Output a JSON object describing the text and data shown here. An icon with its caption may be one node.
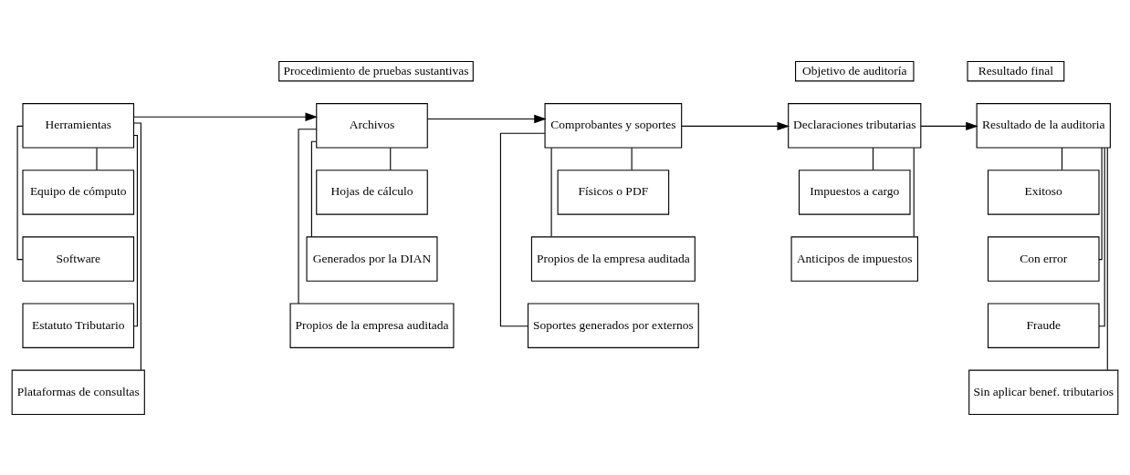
{
  "diagram": {
    "nodes": [
      {
        "text": [
          "Procedimiento de pruebas sustantivas"
        ]
      },
      {
        "text": [
          "Objetivo de auditoría"
        ]
      },
      {
        "text": [
          "Resultado final"
        ]
      },
      {
        "text": [
          "Herramientas"
        ]
      },
      {
        "text": [
          "Archivos"
        ]
      },
      {
        "text": [
          "Comprobantes y soportes"
        ]
      },
      {
        "text": [
          "Declaraciones tributarias"
        ]
      },
      {
        "text": [
          "Resultado de la auditoria"
        ]
      },
      {
        "text": [
          "Equipo de cómputo"
        ]
      },
      {
        "text": [
          "Software"
        ]
      },
      {
        "text": [
          "Estatuto Tributario"
        ]
      },
      {
        "text": [
          "Plataformas de consultas"
        ]
      },
      {
        "text": [
          "Hojas de cálculo"
        ]
      },
      {
        "text": [
          "Generados por la DIAN"
        ]
      },
      {
        "text": [
          "Propios de la empresa auditada"
        ]
      },
      {
        "text": [
          "Físicos o PDF"
        ]
      },
      {
        "text": [
          "Propios de la empresa auditada"
        ]
      },
      {
        "text": [
          "Soportes generados por externos"
        ]
      },
      {
        "text": [
          "Impuestos a cargo"
        ]
      },
      {
        "text": [
          "Anticipos de impuestos"
        ]
      },
      {
        "text": [
          "Exitoso"
        ]
      },
      {
        "text": [
          "Con error"
        ]
      },
      {
        "text": [
          "Fraude"
        ]
      },
      {
        "text": [
          "Sin aplicar benef. tributarios"
        ]
      }
    ],
    "edges": [
      {
        "from": 3,
        "to": 4,
        "arrow": "to"
      },
      {
        "from": 4,
        "to": 5,
        "arrow": "to"
      },
      {
        "from": 5,
        "to": 6,
        "arrow": "to"
      },
      {
        "from": 6,
        "to": 7,
        "arrow": "to"
      },
      {
        "from": 3,
        "to": 8,
        "arrow": "none"
      },
      {
        "from": 3,
        "to": 9,
        "arrow": "none"
      },
      {
        "from": 3,
        "to": 10,
        "arrow": "none"
      },
      {
        "from": 3,
        "to": 11,
        "arrow": "none"
      },
      {
        "from": 4,
        "to": 12,
        "arrow": "none"
      },
      {
        "from": 4,
        "to": 13,
        "arrow": "none"
      },
      {
        "from": 4,
        "to": 14,
        "arrow": "none"
      },
      {
        "from": 5,
        "to": 15,
        "arrow": "none"
      },
      {
        "from": 5,
        "to": 16,
        "arrow": "none"
      },
      {
        "from": 5,
        "to": 17,
        "arrow": "none"
      },
      {
        "from": 6,
        "to": 18,
        "arrow": "none"
      },
      {
        "from": 6,
        "to": 19,
        "arrow": "none"
      },
      {
        "from": 7,
        "to": 20,
        "arrow": "none"
      },
      {
        "from": 7,
        "to": 21,
        "arrow": "none"
      },
      {
        "from": 7,
        "to": 22,
        "arrow": "none"
      },
      {
        "from": 7,
        "to": 23,
        "arrow": "none"
      }
    ]
  }
}
